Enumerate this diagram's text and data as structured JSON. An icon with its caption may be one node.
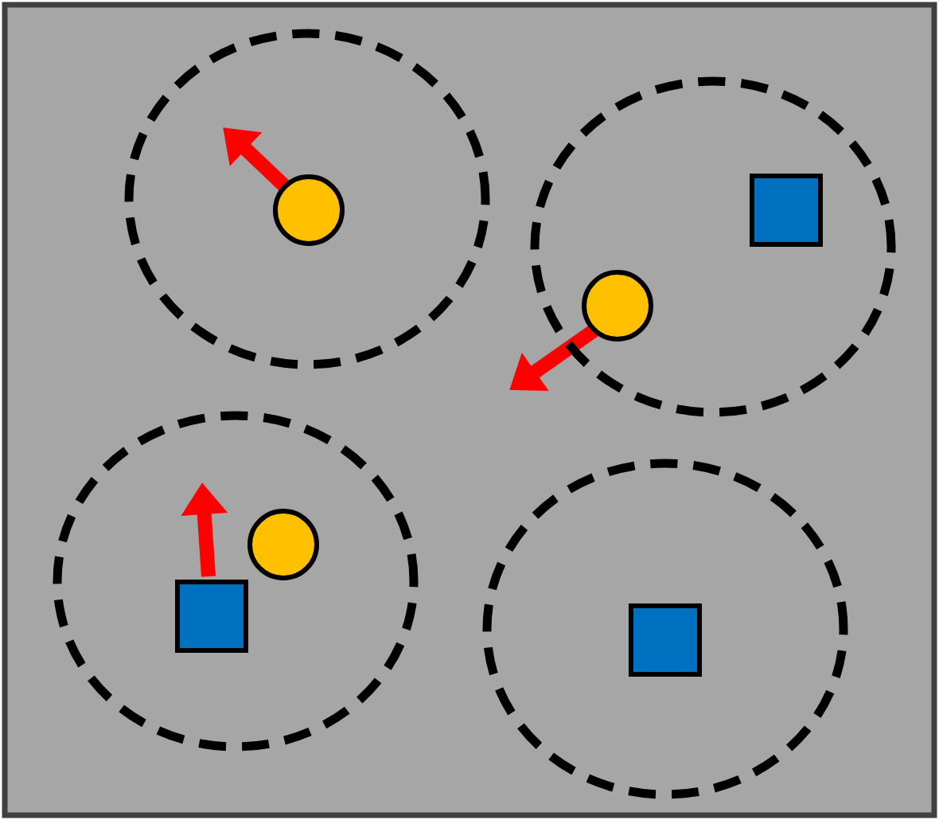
{
  "diagram": {
    "nodes": [
      {
        "text": [],
        "shape": "circle"
      },
      {
        "text": [],
        "shape": "circle",
        "in": 0
      },
      {
        "text": [],
        "shape": "circle"
      },
      {
        "text": [],
        "shape": "box",
        "in": 2
      },
      {
        "text": [],
        "shape": "circle",
        "in": 2
      },
      {
        "text": [],
        "shape": "circle"
      },
      {
        "text": [],
        "shape": "circle",
        "in": 5
      },
      {
        "text": [],
        "shape": "box",
        "in": 5
      },
      {
        "text": [],
        "shape": "circle"
      },
      {
        "text": [],
        "shape": "box",
        "in": 8
      }
    ]
  }
}
